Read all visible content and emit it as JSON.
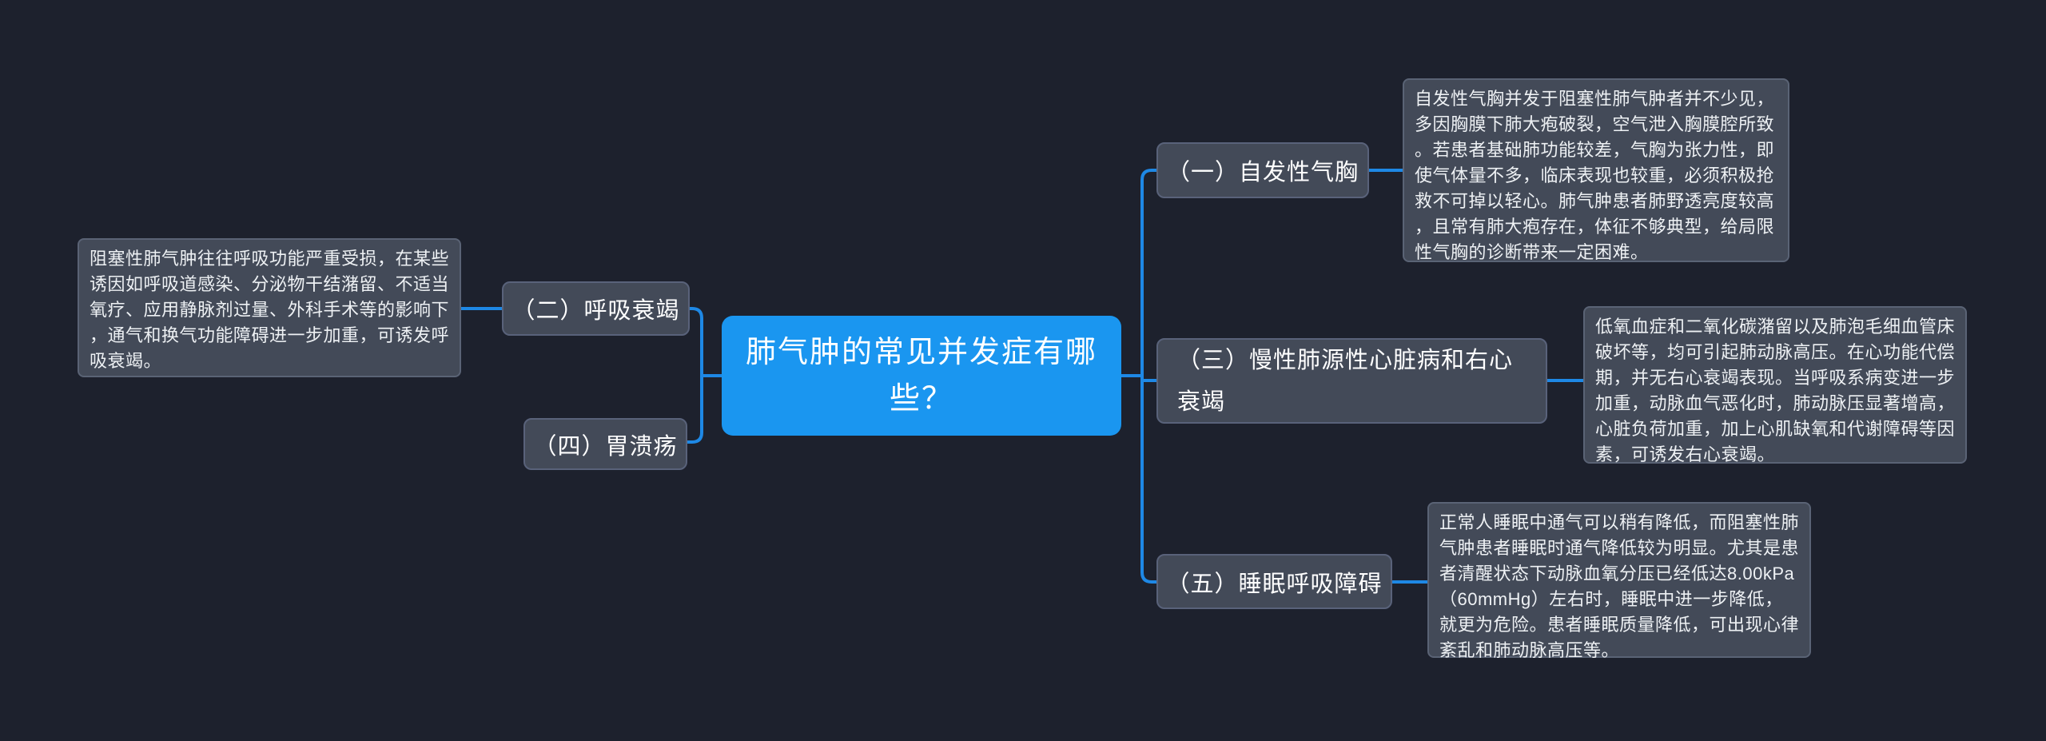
{
  "app": {
    "background_color": "#1d212d",
    "accent_color": "#1a96f0",
    "connector_color": "#1e88e5",
    "node_fill_color": "#434a58",
    "node_border_color": "#59627a"
  },
  "mindmap": {
    "central": {
      "label": "肺气肿的常见并发症有哪些？"
    },
    "branches": [
      {
        "label": "（一）自发性气胸",
        "detail": "自发性气胸并发于阻塞性肺气肿者并不少见，多因胸膜下肺大疱破裂，空气泄入胸膜腔所致。若患者基础肺功能较差，气胸为张力性，即使气体量不多，临床表现也较重，必须积极抢救不可掉以轻心。肺气肿患者肺野透亮度较高，且常有肺大疱存在，体征不够典型，给局限性气胸的诊断带来一定困难。"
      },
      {
        "label": "（二）呼吸衰竭",
        "detail": "阻塞性肺气肿往往呼吸功能严重受损，在某些诱因如呼吸道感染、分泌物干结潴留、不适当氧疗、应用静脉剂过量、外科手术等的影响下，通气和换气功能障碍进一步加重，可诱发呼吸衰竭。"
      },
      {
        "label": "（三）慢性肺源性心脏病和右心衰竭",
        "detail": "低氧血症和二氧化碳潴留以及肺泡毛细血管床破坏等，均可引起肺动脉高压。在心功能代偿期，并无右心衰竭表现。当呼吸系病变进一步加重，动脉血气恶化时，肺动脉压显著增高，心脏负荷加重，加上心肌缺氧和代谢障碍等因素，可诱发右心衰竭。"
      },
      {
        "label": "（四）胃溃疡"
      },
      {
        "label": "（五）睡眠呼吸障碍",
        "detail": "正常人睡眠中通气可以稍有降低，而阻塞性肺气肿患者睡眠时通气降低较为明显。尤其是患者清醒状态下动脉血氧分压已经低达8.00kPa（60mmHg）左右时，睡眠中进一步降低，就更为危险。患者睡眠质量降低，可出现心律紊乱和肺动脉高压等。"
      }
    ]
  }
}
